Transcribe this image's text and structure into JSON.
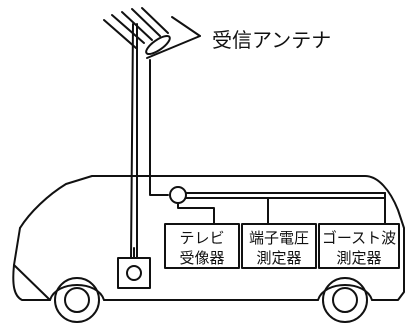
{
  "antenna_label": "受信アンテナ",
  "instruments": [
    {
      "line1": "テレビ",
      "line2": "受像器"
    },
    {
      "line1": "端子電圧",
      "line2": "測定器"
    },
    {
      "line1": "ゴースト波",
      "line2": "測定器"
    }
  ],
  "colors": {
    "ink": "#111111",
    "background": "#ffffff"
  }
}
